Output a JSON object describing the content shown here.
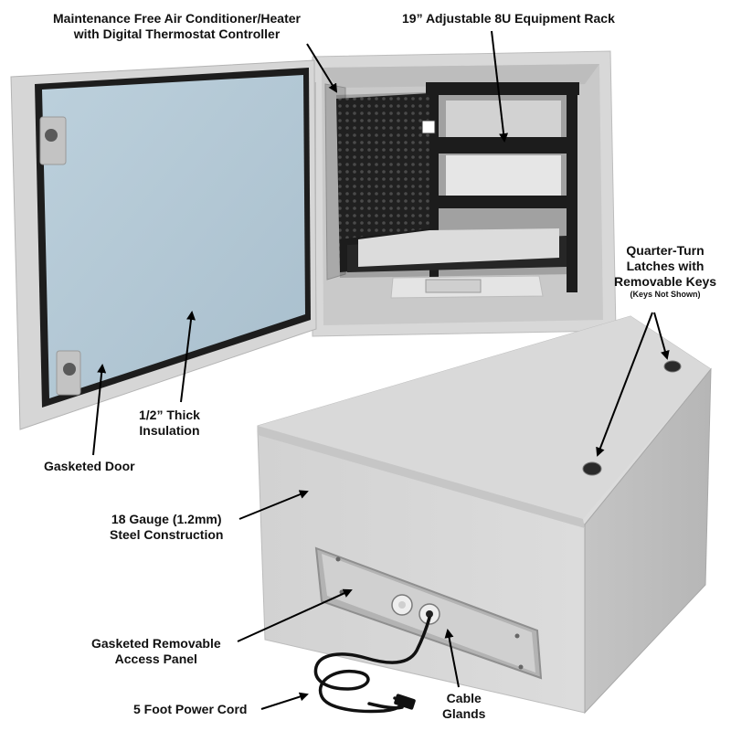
{
  "image": {
    "subject": "Gray steel electrical enclosure with open-door view showing rack and closed-door view showing access panel",
    "colors": {
      "enclosure_gray": "#d6d6d6",
      "enclosure_shadow": "#b9b9b9",
      "window_blue": "#b3c7d4",
      "rack_black": "#1c1c1c",
      "annotation_black": "#000000"
    }
  },
  "callouts": {
    "ac_heater": {
      "line1": "Maintenance Free Air Conditioner/Heater",
      "line2": "with Digital Thermostat Controller"
    },
    "rack": {
      "line1": "19” Adjustable 8U Equipment Rack"
    },
    "latches": {
      "line1": "Quarter-Turn",
      "line2": "Latches with",
      "line3": "Removable Keys",
      "note": "(Keys Not Shown)"
    },
    "insulation": {
      "line1": "1/2” Thick",
      "line2": "Insulation"
    },
    "door": {
      "line1": "Gasketed Door"
    },
    "steel": {
      "line1": "18 Gauge (1.2mm)",
      "line2": "Steel Construction"
    },
    "panel": {
      "line1": "Gasketed Removable",
      "line2": "Access Panel"
    },
    "cord": {
      "line1": "5 Foot Power Cord"
    },
    "glands": {
      "line1": "Cable",
      "line2": "Glands"
    }
  }
}
